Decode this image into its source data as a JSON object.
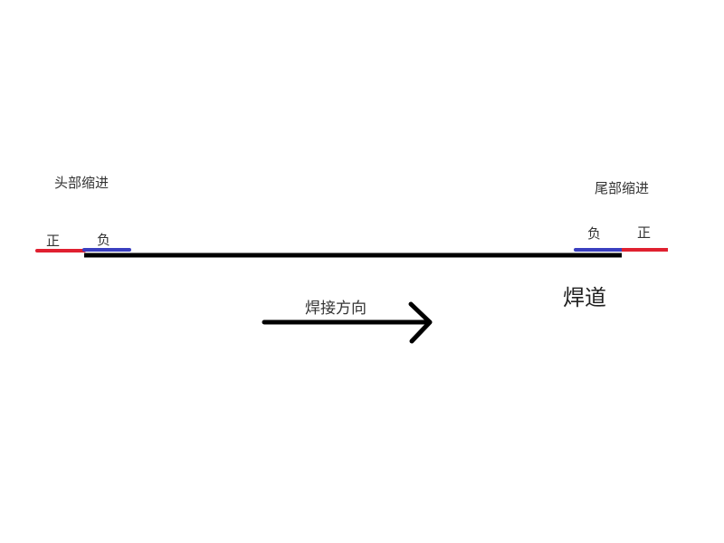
{
  "labels": {
    "head_indent": "头部缩进",
    "tail_indent": "尾部缩进",
    "head_positive": "正",
    "head_negative": "负",
    "tail_negative": "负",
    "tail_positive": "正",
    "weld_direction": "焊接方向",
    "weld_seam": "焊道"
  },
  "colors": {
    "positive": "#e02030",
    "negative": "#3a3fc0",
    "seam": "#000000",
    "arrow": "#000000"
  }
}
